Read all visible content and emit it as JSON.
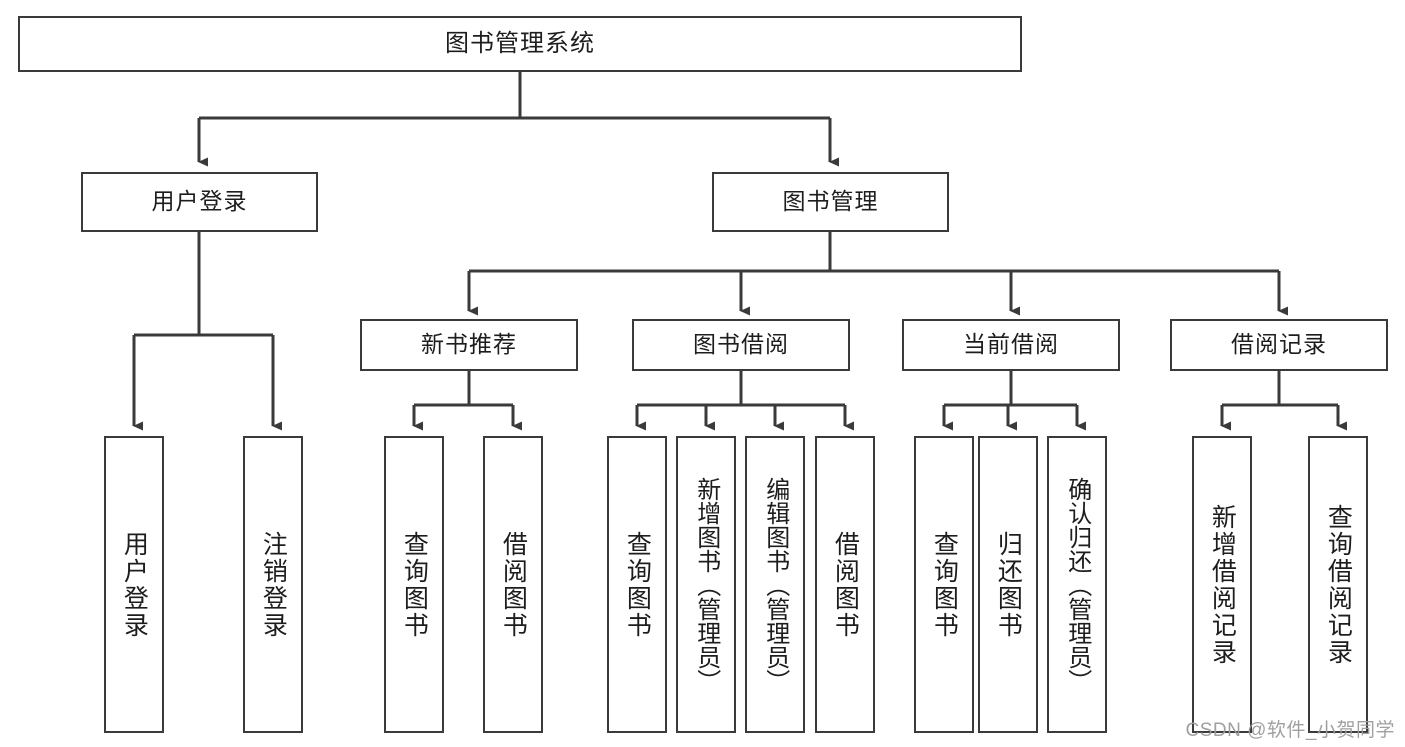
{
  "diagram": {
    "title": "图书管理系统",
    "type": "function-structure-tree",
    "stroke_color": "#3a3a3a",
    "background_color": "#ffffff",
    "text_color": "#1d1d1d",
    "watermark": "CSDN @软件_小贺同学"
  },
  "nodes": {
    "root": {
      "label": "图书管理系统"
    },
    "level2": [
      {
        "label": "用户登录"
      },
      {
        "label": "图书管理"
      }
    ],
    "level3": [
      {
        "label": "新书推荐"
      },
      {
        "label": "图书借阅"
      },
      {
        "label": "当前借阅"
      },
      {
        "label": "借阅记录"
      }
    ],
    "leaves_user_login": [
      {
        "label": "用户登录"
      },
      {
        "label": "注销登录"
      }
    ],
    "leaves_new_books": [
      {
        "label": "查询图书"
      },
      {
        "label": "借阅图书"
      }
    ],
    "leaves_borrow": [
      {
        "label": "查询图书"
      },
      {
        "label": "新增图书（管理员）"
      },
      {
        "label": "编辑图书（管理员）"
      },
      {
        "label": "借阅图书"
      }
    ],
    "leaves_current": [
      {
        "label": "查询图书"
      },
      {
        "label": "归还图书"
      },
      {
        "label": "确认归还（管理员）"
      }
    ],
    "leaves_records": [
      {
        "label": "新增借阅记录"
      },
      {
        "label": "查询借阅记录"
      }
    ]
  }
}
